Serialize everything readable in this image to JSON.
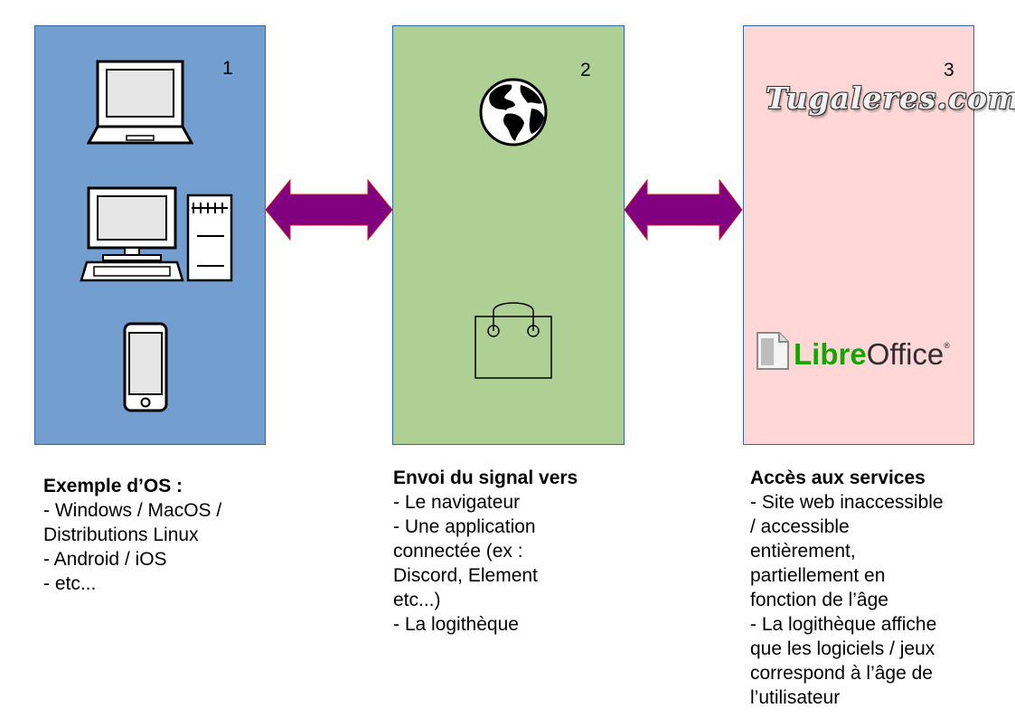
{
  "colors": {
    "panel1": "#729fcf",
    "panel2": "#afd095",
    "panel3": "#ffd7d7",
    "arrow_fill": "#800080",
    "arrow_stroke": "#c9211e"
  },
  "panels": [
    {
      "number": "1",
      "icons": [
        "laptop-icon",
        "desktop-computer-icon",
        "smartphone-icon"
      ]
    },
    {
      "number": "2",
      "icons": [
        "globe-icon",
        "shopping-bag-icon"
      ]
    },
    {
      "number": "3",
      "logos": [
        "Tugaleres.com",
        "LibreOffice"
      ]
    }
  ],
  "logos": {
    "tugaleres": "Tugaleres.com",
    "libreoffice_libre": "Libre",
    "libreoffice_office": "Office",
    "libreoffice_reg": "®"
  },
  "captions": [
    {
      "title": "Exemple d’OS :",
      "lines": [
        "- Windows / MacOS /",
        "Distributions Linux",
        "- Android / iOS",
        "- etc..."
      ]
    },
    {
      "title": "Envoi du signal vers",
      "lines": [
        "- Le navigateur",
        "- Une application",
        "connectée (ex :",
        "Discord, Element",
        "etc...)",
        "- La logithèque"
      ]
    },
    {
      "title": "Accès aux services",
      "lines": [
        "- Site web inaccessible",
        "/ accessible",
        "entièrement,",
        "partiellement en",
        "fonction de l’âge",
        "- La logithèque affiche",
        "que les logiciels / jeux",
        "correspond à l’âge de",
        "l’utilisateur"
      ]
    }
  ]
}
